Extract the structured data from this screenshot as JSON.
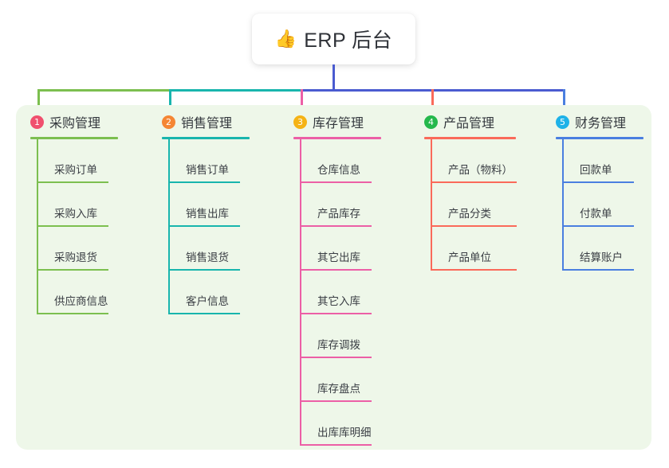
{
  "root": {
    "emoji": "👍",
    "emoji_name": "thumbs-up-icon",
    "title": "ERP 后台"
  },
  "theme": {
    "panel_bg": "#eef7e9",
    "page_bg": "#ffffff",
    "card_bg": "#ffffff",
    "title_color": "#2f3238",
    "trunk_color": "#4a5bd0"
  },
  "columns": [
    {
      "number": "1",
      "title": "采购管理",
      "badge_color": "#f0506e",
      "line_color": "#7cbf4f",
      "items": [
        "采购订单",
        "采购入库",
        "采购退货",
        "供应商信息"
      ]
    },
    {
      "number": "2",
      "title": "销售管理",
      "badge_color": "#f58634",
      "line_color": "#18b5ad",
      "items": [
        "销售订单",
        "销售出库",
        "销售退货",
        "客户信息"
      ]
    },
    {
      "number": "3",
      "title": "库存管理",
      "badge_color": "#f5b315",
      "line_color": "#ec5fa6",
      "items": [
        "仓库信息",
        "产品库存",
        "其它出库",
        "其它入库",
        "库存调拨",
        "库存盘点",
        "出库库明细"
      ]
    },
    {
      "number": "4",
      "title": "产品管理",
      "badge_color": "#25b84c",
      "line_color": "#fa6a5a",
      "items": [
        "产品（物料）",
        "产品分类",
        "产品单位"
      ]
    },
    {
      "number": "5",
      "title": "财务管理",
      "badge_color": "#1eb2e8",
      "line_color": "#4a7fe0",
      "items": [
        "回款单",
        "付款单",
        "结算账户"
      ]
    }
  ]
}
